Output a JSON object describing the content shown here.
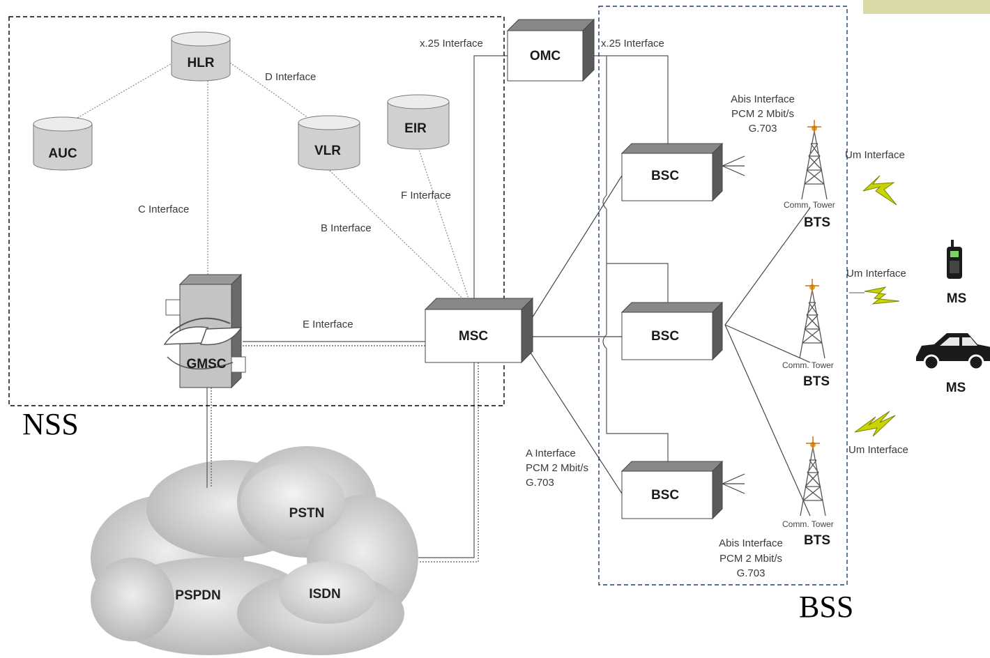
{
  "regions": {
    "nss": "NSS",
    "bss": "BSS"
  },
  "nodes": {
    "hlr": "HLR",
    "auc": "AUC",
    "vlr": "VLR",
    "eir": "EIR",
    "omc": "OMC",
    "msc": "MSC",
    "gmsc": "GMSC",
    "bsc1": "BSC",
    "bsc2": "BSC",
    "bsc3": "BSC",
    "bts1": "BTS",
    "bts2": "BTS",
    "bts3": "BTS",
    "ms_phone": "MS",
    "ms_car": "MS"
  },
  "networks": {
    "pstn": "PSTN",
    "pspdn": "PSPDN",
    "isdn": "ISDN"
  },
  "interfaces": {
    "x25_left": "x.25 Interface",
    "x25_right": "x.25 Interface",
    "d": "D Interface",
    "c": "C Interface",
    "f": "F Interface",
    "b": "B Interface",
    "e": "E Interface",
    "a": [
      "A Interface",
      "PCM 2 Mbit/s",
      "G.703"
    ],
    "abis_top": [
      "Abis Interface",
      "PCM 2 Mbit/s",
      "G.703"
    ],
    "abis_bottom": [
      "Abis Interface",
      "PCM 2 Mbit/s",
      "G.703"
    ],
    "um1": "Um Interface",
    "um2": "Um Interface",
    "um3": "Um Interface"
  },
  "tower_caption": "Comm. Tower",
  "colors": {
    "region_nss": "#000000",
    "region_bss": "#1f3f6e",
    "box_fill": "#ffffff",
    "box_side": "#6d6d6d",
    "cylinder": "#d8d8d8",
    "lightning": "#c8d400",
    "corner_accent": "#d9d9a6",
    "tower": "#555555"
  }
}
